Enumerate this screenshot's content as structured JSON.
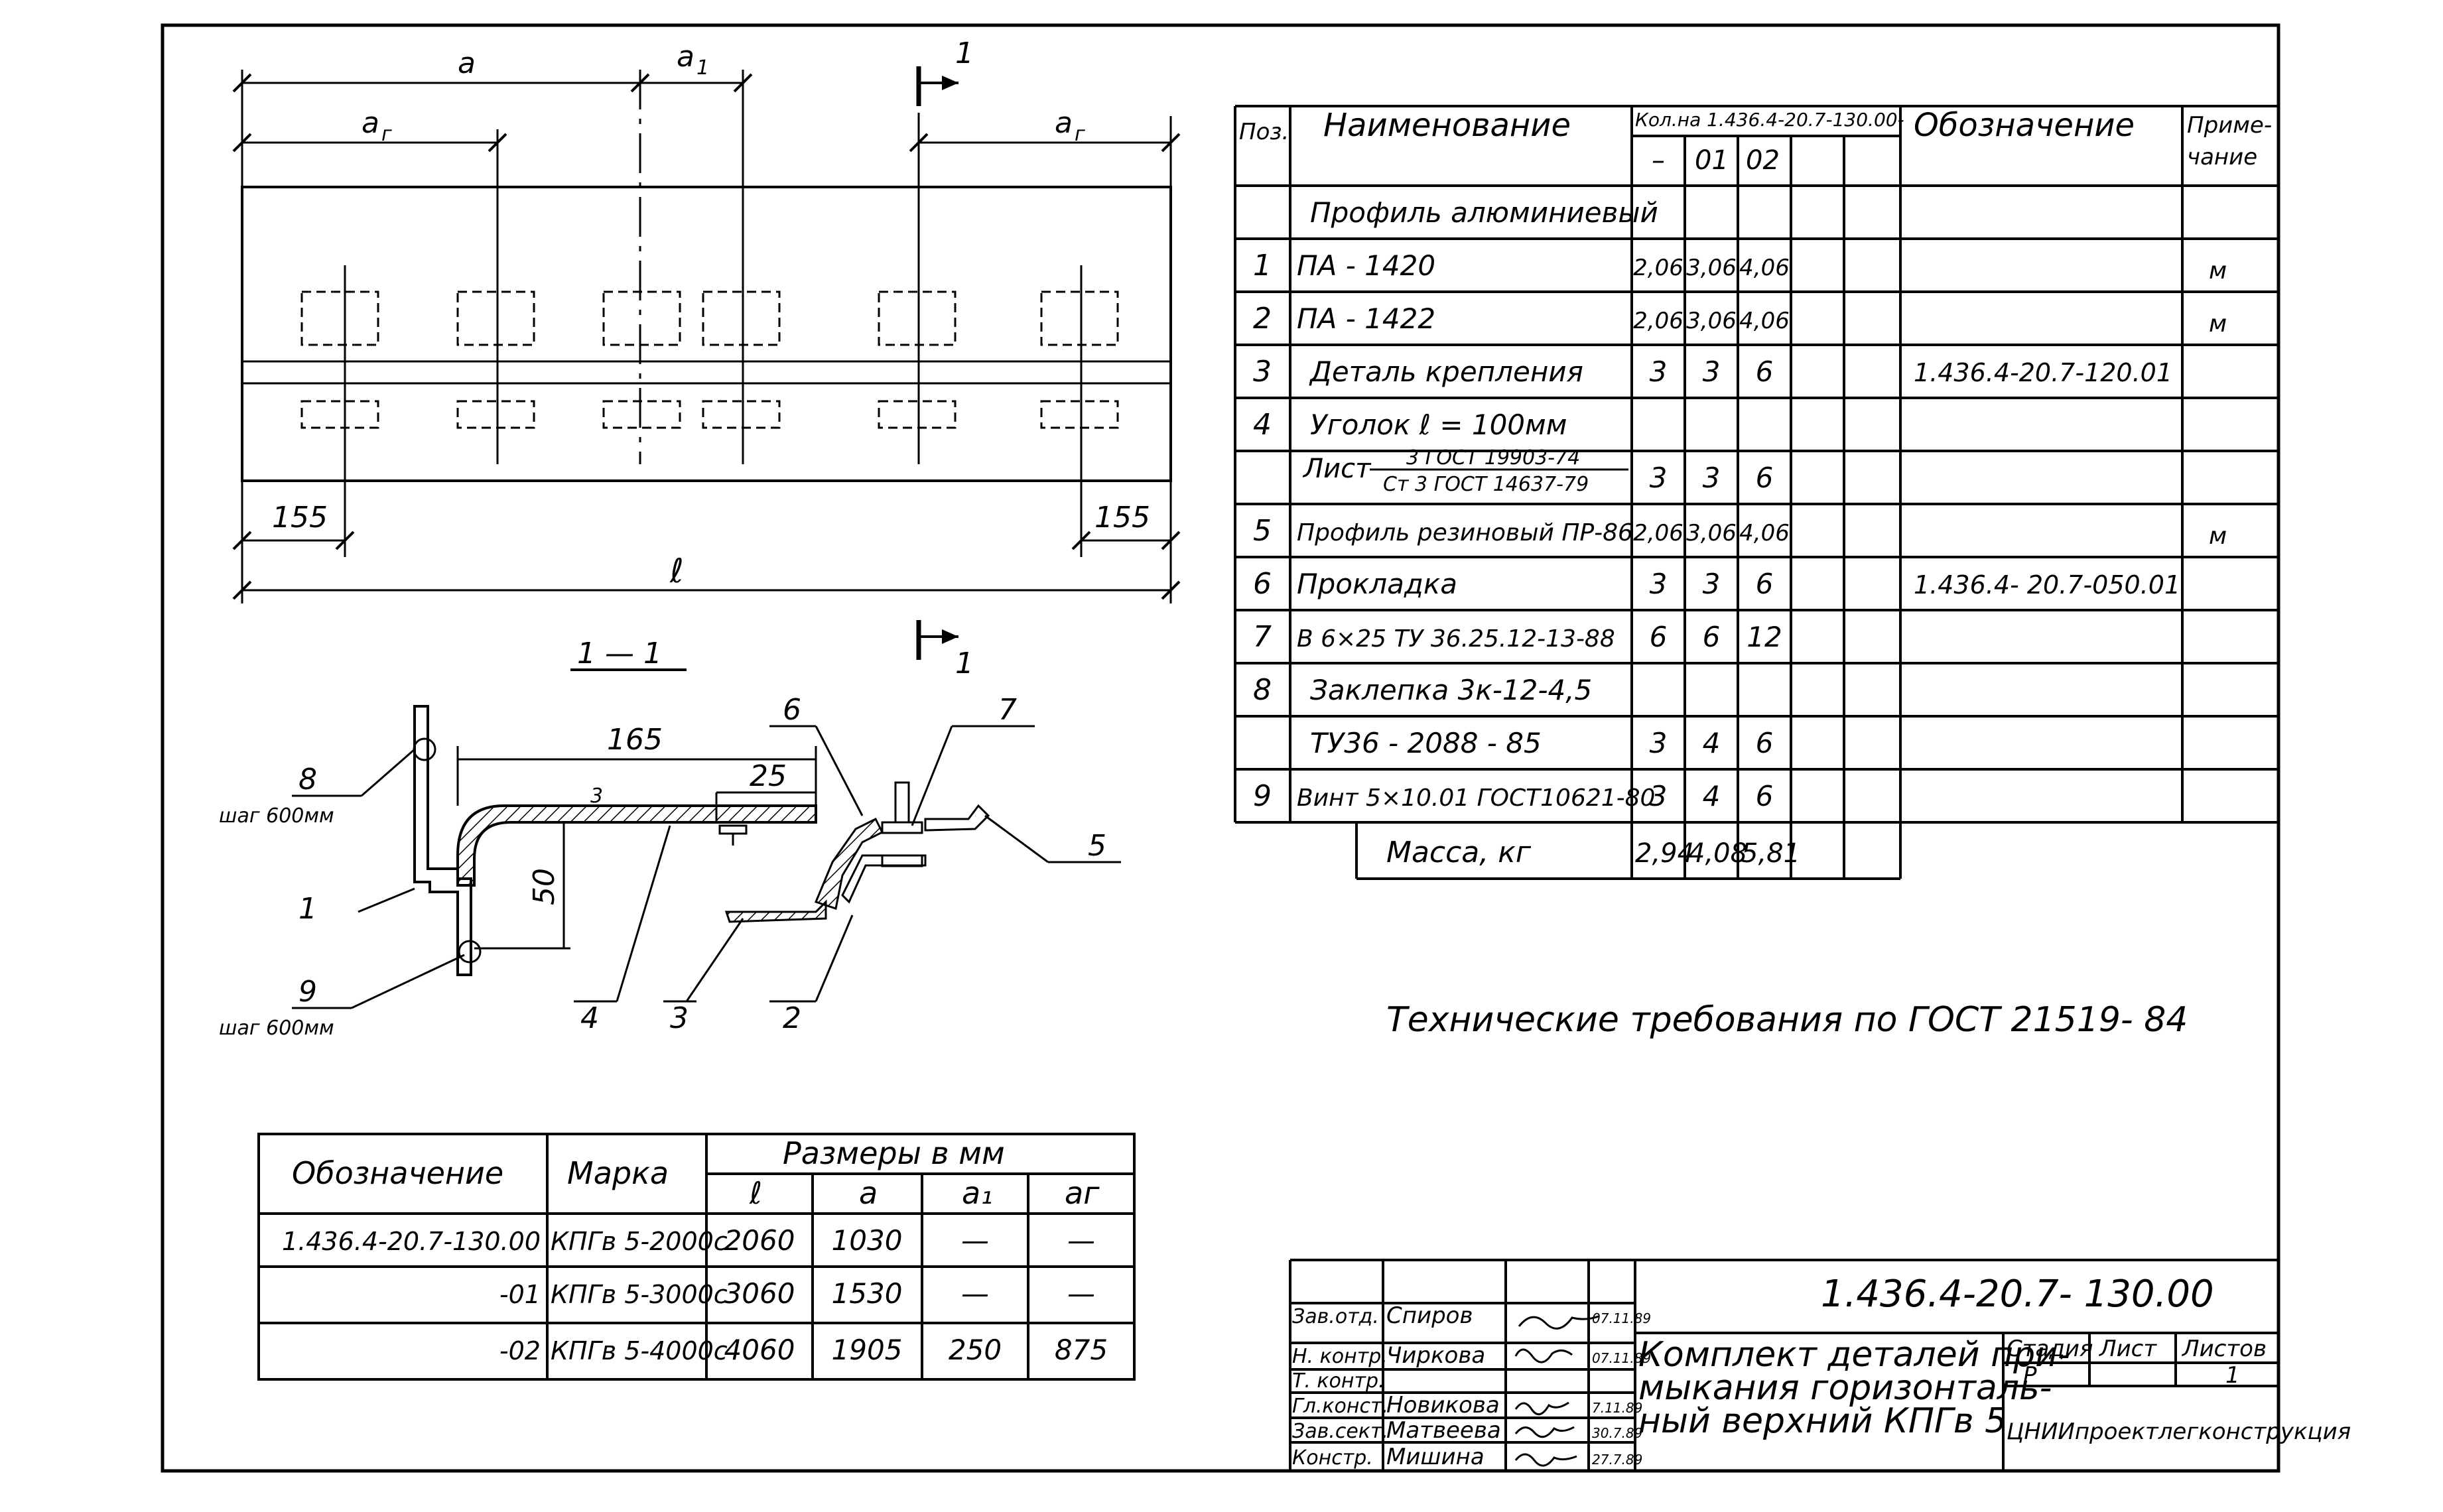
{
  "drawing": {
    "dims": {
      "a": "a",
      "a1": "a",
      "a1_sub": "1",
      "a2": "a",
      "a2_sub": "г",
      "end_left": "155",
      "end_right": "155",
      "length": "ℓ",
      "section_mark": "1",
      "section_title": "1 — 1",
      "d165": "165",
      "d25": "25",
      "d50": "50",
      "d3": "3"
    },
    "callouts": {
      "c1": "1",
      "c2": "2",
      "c3": "3",
      "c4": "4",
      "c5": "5",
      "c6": "6",
      "c7": "7",
      "c8": "8",
      "c9": "9",
      "pitch8": "шаг 600мм",
      "pitch9": "шаг 600мм"
    }
  },
  "spec": {
    "headers": {
      "pos": "Поз.",
      "name": "Наименование",
      "qty": "Кол.на 1.436.4-20.7-130.00-",
      "q0": "–",
      "q1": "01",
      "q2": "02",
      "designation": "Обозначение",
      "note1": "Приме-",
      "note2": "чание"
    },
    "rows": [
      {
        "pos": "",
        "name": "Профиль алюминиевый",
        "q0": "",
        "q1": "",
        "q2": "",
        "designation": "",
        "note": ""
      },
      {
        "pos": "1",
        "name": "ПА - 1420",
        "q0": "2,06",
        "q1": "3,06",
        "q2": "4,06",
        "designation": "",
        "note": "м"
      },
      {
        "pos": "2",
        "name": "ПА - 1422",
        "q0": "2,06",
        "q1": "3,06",
        "q2": "4,06",
        "designation": "",
        "note": "м"
      },
      {
        "pos": "3",
        "name": "Деталь крепления",
        "q0": "3",
        "q1": "3",
        "q2": "6",
        "designation": "1.436.4-20.7-120.01",
        "note": ""
      },
      {
        "pos": "4",
        "name": "Уголок ℓ = 100мм",
        "q0": "",
        "q1": "",
        "q2": "",
        "designation": "",
        "note": ""
      },
      {
        "pos": "",
        "name": "",
        "q0": "3",
        "q1": "3",
        "q2": "6",
        "designation": "",
        "note": ""
      },
      {
        "pos": "5",
        "name": "Профиль резиновый ПР-86",
        "q0": "2,06",
        "q1": "3,06",
        "q2": "4,06",
        "designation": "",
        "note": "м"
      },
      {
        "pos": "6",
        "name": "Прокладка",
        "q0": "3",
        "q1": "3",
        "q2": "6",
        "designation": "1.436.4- 20.7-050.01",
        "note": ""
      },
      {
        "pos": "7",
        "name": "В 6×25 ТУ 36.25.12-13-88",
        "q0": "6",
        "q1": "6",
        "q2": "12",
        "designation": "",
        "note": ""
      },
      {
        "pos": "8",
        "name": "Заклепка 3к-12-4,5",
        "q0": "",
        "q1": "",
        "q2": "",
        "designation": "",
        "note": ""
      },
      {
        "pos": "",
        "name": "ТУ36 - 2088 - 85",
        "q0": "3",
        "q1": "4",
        "q2": "6",
        "designation": "",
        "note": ""
      },
      {
        "pos": "9",
        "name": "Винт 5×10.01 ГОСТ10621-80",
        "q0": "3",
        "q1": "4",
        "q2": "6",
        "designation": "",
        "note": ""
      }
    ],
    "sheet_prefix": "Лист",
    "sheet_num": "3 ГОСТ 19903-74",
    "sheet_den": "Ст 3 ГОСТ 14637-79",
    "mass": {
      "label": "Масса, кг",
      "q0": "2,94",
      "q1": "4,08",
      "q2": "5,81"
    }
  },
  "tech_req": "Технические   требования по ГОСТ 21519- 84",
  "sizes": {
    "h_designation": "Обозначение",
    "h_mark": "Марка",
    "h_sizes": "Размеры в мм",
    "h_l": "ℓ",
    "h_a": "a",
    "h_a1": "a₁",
    "h_a2": "aг",
    "rows": [
      {
        "designation": "1.436.4-20.7-130.00",
        "mark": "КПГв 5-2000с",
        "l": "2060",
        "a": "1030",
        "a1": "—",
        "a2": "—"
      },
      {
        "designation": "-01",
        "mark": "КПГв 5-3000с",
        "l": "3060",
        "a": "1530",
        "a1": "—",
        "a2": "—"
      },
      {
        "designation": "-02",
        "mark": "КПГв 5-4000с",
        "l": "4060",
        "a": "1905",
        "a1": "250",
        "a2": "875"
      }
    ]
  },
  "title_block": {
    "code": "1.436.4-20.7- 130.00",
    "title1": "Комплект деталей при-",
    "title2": "мыкания горизонталь-",
    "title3": "ный верхний КПГв 5",
    "stage_label": "Стадия",
    "sheet_label": "Лист",
    "sheets_label": "Листов",
    "stage": "Р",
    "sheets": "1",
    "org": "ЦНИИпроектлегконструкция",
    "people": [
      {
        "role": "Зав.отд.",
        "name": "Спиров",
        "date": "07.11.89"
      },
      {
        "role": "Н. контр.",
        "name": "Чиркова",
        "date": "07.11.89"
      },
      {
        "role": "Т. контр.",
        "name": "",
        "date": ""
      },
      {
        "role": "Гл.конст.",
        "name": "Новикова",
        "date": "7.11.89"
      },
      {
        "role": "Зав.сект.",
        "name": "Матвеева",
        "date": "30.7.89"
      },
      {
        "role": "Констр.",
        "name": "Мишина",
        "date": "27.7.89"
      }
    ]
  }
}
